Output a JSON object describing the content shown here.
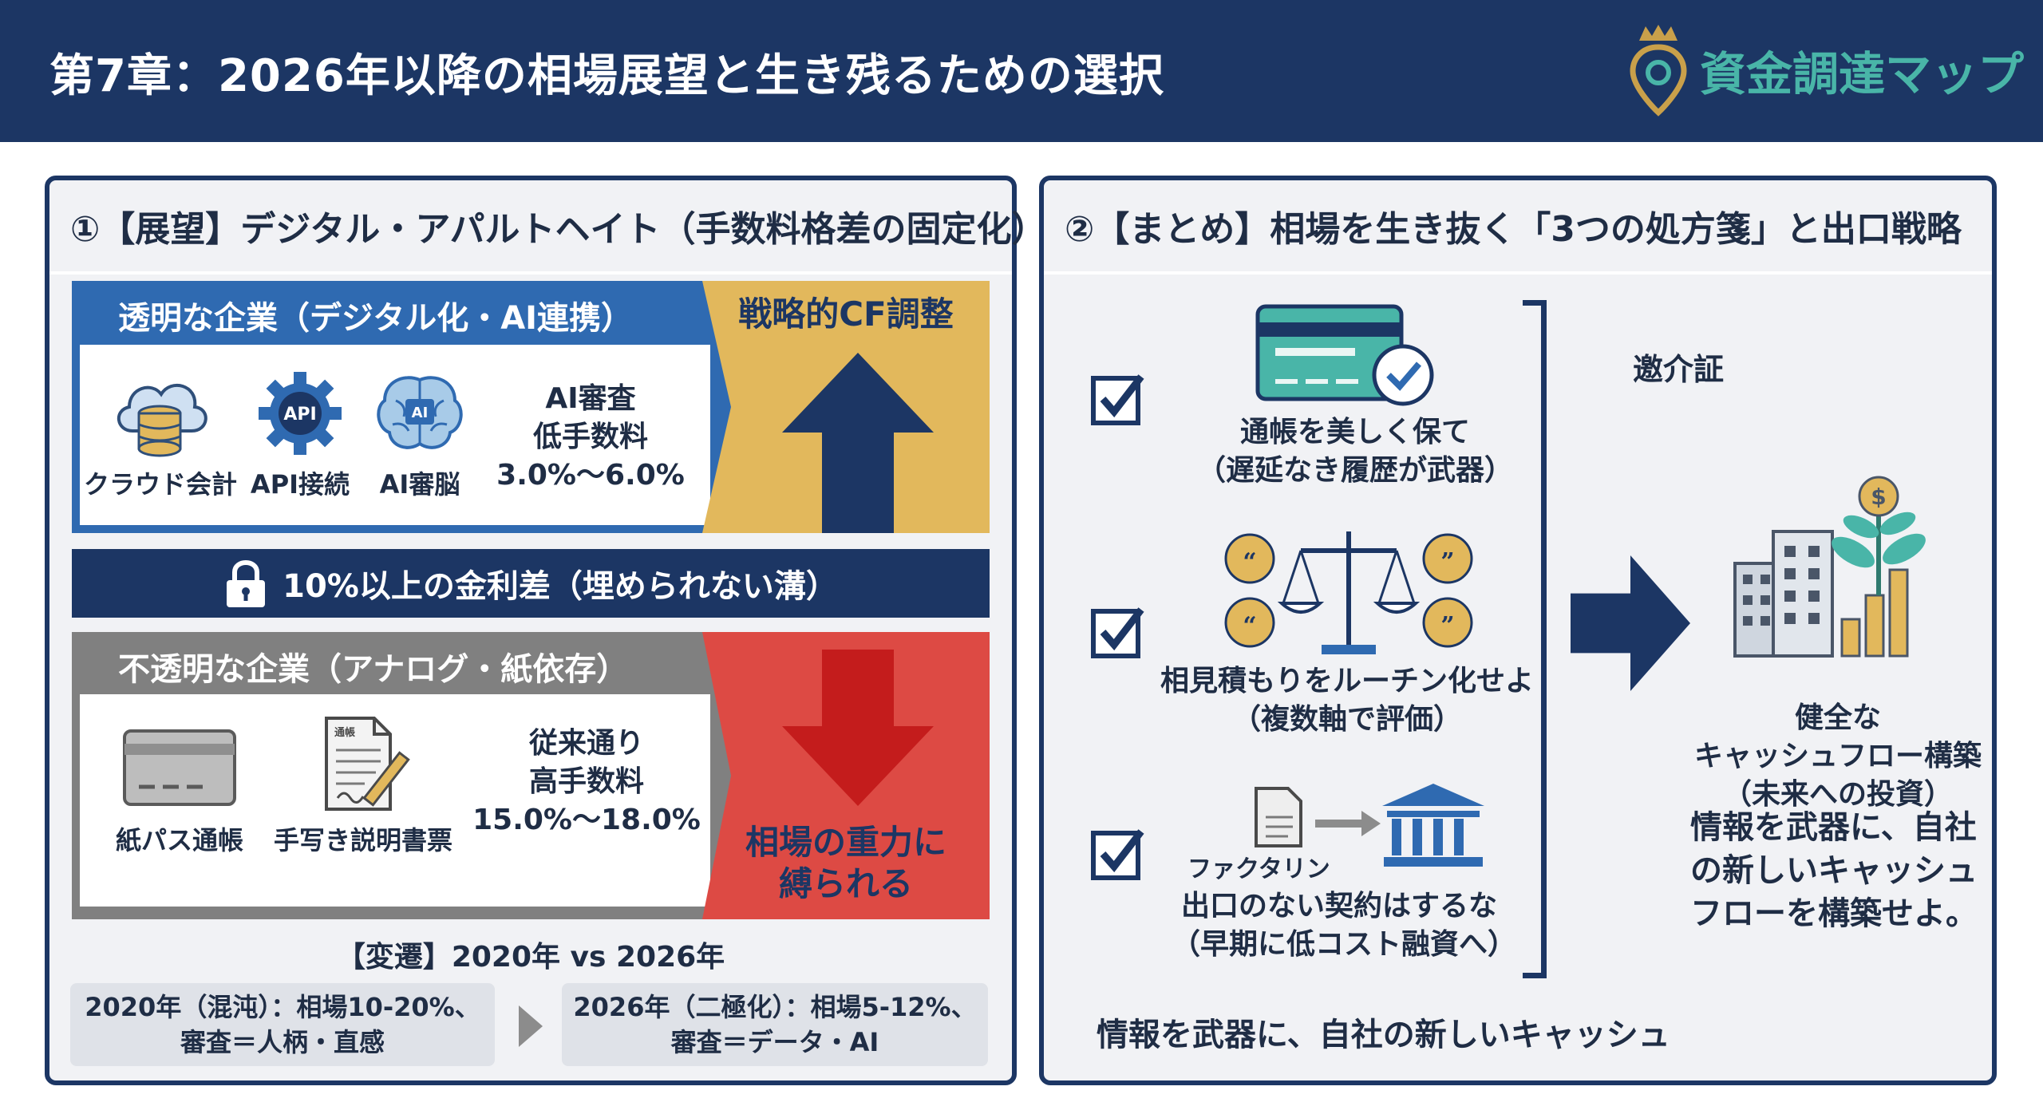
{
  "header": {
    "title": "第7章：2026年以降の相場展望と生き残るための選択",
    "brand": "資金調達マップ"
  },
  "left": {
    "title": "①【展望】デジタル・アパルトヘイト（手数料格差の固定化）",
    "transparent": {
      "title": "透明な企業（デジタル化・AI連携）",
      "icons": [
        {
          "icon": "cloud-database-icon",
          "label": "クラウド会計"
        },
        {
          "icon": "api-gear-icon",
          "label": "API接続"
        },
        {
          "icon": "ai-brain-icon",
          "label": "AI審脳"
        }
      ],
      "fee_lines": [
        "AI審査",
        "低手数料",
        "3.0%〜6.0%"
      ],
      "arrow_label": "戦略的CF調整"
    },
    "gap_label": "10%以上の金利差（埋められない溝）",
    "opaque": {
      "title": "不透明な企業（アナログ・紙依存）",
      "icons": [
        {
          "icon": "passbook-icon",
          "label": "紙パス通帳"
        },
        {
          "icon": "handwritten-document-icon",
          "label": "手写き説明書票",
          "doc_mark": "通帳"
        }
      ],
      "fee_lines": [
        "従来通り",
        "高手数料",
        "15.0%〜18.0%"
      ],
      "arrow_label_lines": [
        "相場の重力に",
        "縛られる"
      ]
    },
    "transition": {
      "title": "【変遷】2020年 vs 2026年",
      "box_2020": [
        "2020年（混沌）：相場10-20%、",
        "審査＝人柄・直感"
      ],
      "box_2026": [
        "2026年（二極化）：相場5-12%、",
        "審査＝データ・AI"
      ]
    }
  },
  "right": {
    "title": "②【まとめ】相場を生き抜く「3つの処方箋」と出口戦略",
    "items": [
      {
        "lines": [
          "通帳を美しく保て",
          "（遅延なき履歴が武器）"
        ]
      },
      {
        "lines": [
          "相見積もりをルーチン化せよ",
          "（複数軸で評価）"
        ]
      },
      {
        "lines": [
          "出口のない契約はするな",
          "（早期に低コスト融資へ）"
        ],
        "sub_label": "ファクタリン"
      }
    ],
    "heading": "邀介証",
    "outcome_lines": [
      "健全な",
      "キャッシュフロー構築",
      "（未来への投資）"
    ],
    "final": "情報を武器に、自社の新しいキャッシュフローを構築せよ。",
    "bottom": "情報を武器に、自社の新しいキャッシュ"
  },
  "colors": {
    "navy": "#1c3664",
    "blue": "#2f6ab1",
    "gold": "#e2b85c",
    "red": "#dd4a44",
    "teal": "#49b5a8",
    "gray": "#808080"
  }
}
